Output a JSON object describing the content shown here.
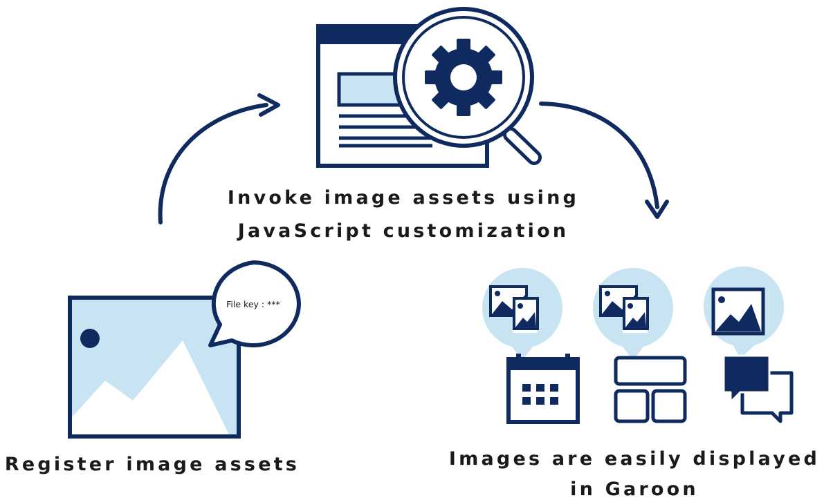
{
  "colors": {
    "navy": "#0e2a5e",
    "light_blue": "#c8e3f2",
    "white": "#ffffff",
    "text": "#1a1a1a"
  },
  "steps": {
    "invoke": {
      "line1": "Invoke image assets using",
      "line2": "JavaScript customization",
      "icons": [
        "browser-window-icon",
        "magnifier-icon",
        "gear-icon"
      ]
    },
    "register": {
      "label": "Register image assets",
      "balloon_text": "File key : ***",
      "icons": [
        "image-asset-icon",
        "speech-balloon-icon"
      ]
    },
    "display": {
      "line1": "Images are easily displayed",
      "line2": "in Garoon",
      "icons": [
        "calendar-icon",
        "portal-layout-icon",
        "chat-icon"
      ]
    }
  }
}
